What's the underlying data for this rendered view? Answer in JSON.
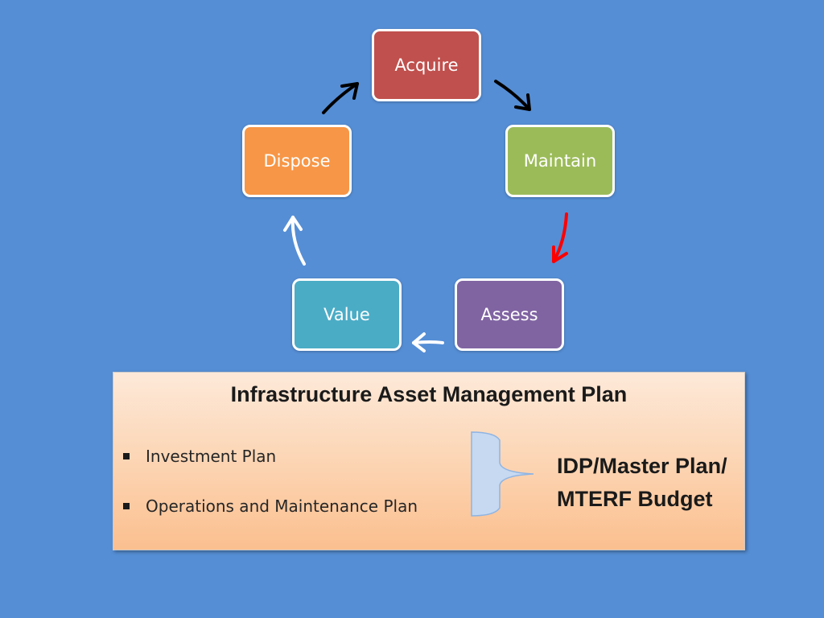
{
  "cycle": {
    "nodes": [
      {
        "id": "acquire",
        "label": "Acquire",
        "color": "#c0504d"
      },
      {
        "id": "maintain",
        "label": "Maintain",
        "color": "#9bbb59"
      },
      {
        "id": "assess",
        "label": "Assess",
        "color": "#8064a2"
      },
      {
        "id": "value",
        "label": "Value",
        "color": "#4bacc6"
      },
      {
        "id": "dispose",
        "label": "Dispose",
        "color": "#f79646"
      }
    ],
    "arrows": [
      {
        "from": "acquire",
        "to": "maintain",
        "color": "#000000"
      },
      {
        "from": "maintain",
        "to": "assess",
        "color": "#ff0000"
      },
      {
        "from": "assess",
        "to": "value",
        "color": "#ffffff"
      },
      {
        "from": "value",
        "to": "dispose",
        "color": "#ffffff"
      },
      {
        "from": "dispose",
        "to": "acquire",
        "color": "#000000"
      }
    ]
  },
  "plan": {
    "title": "Infrastructure Asset Management Plan",
    "bullets": [
      "Investment Plan",
      "Operations and Maintenance Plan"
    ],
    "target_line1": "IDP/Master Plan/",
    "target_line2": "MTERF Budget"
  },
  "colors": {
    "background": "#558ed5",
    "brace_fill": "#c6d9f1"
  }
}
